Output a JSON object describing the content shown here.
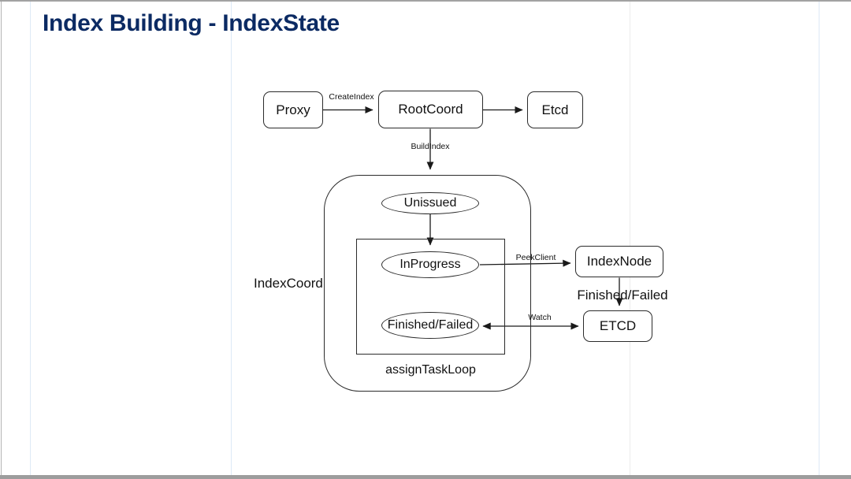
{
  "title": "Index Building - IndexState",
  "colors": {
    "title_navy": "#0b2a63",
    "diagram_line": "#2b2b2b",
    "frame_gray": "#a2a2a2",
    "guide_blue": "#dde9f6",
    "guide_gray": "#ececec"
  },
  "nodes": {
    "proxy": "Proxy",
    "rootcoord": "RootCoord",
    "etcd_top": "Etcd",
    "indexcoord": "IndexCoord",
    "unissued": "Unissued",
    "inprogress": "InProgress",
    "finished_failed_state": "Finished/Failed",
    "assign_task_loop": "assignTaskLoop",
    "indexnode": "IndexNode",
    "etcd_right": "ETCD"
  },
  "edges": {
    "create_index": "CreateIndex",
    "build_index": "BuildIndex",
    "peek_client": "PeekClient",
    "watch": "Watch",
    "finished_failed": "Finished/Failed"
  }
}
